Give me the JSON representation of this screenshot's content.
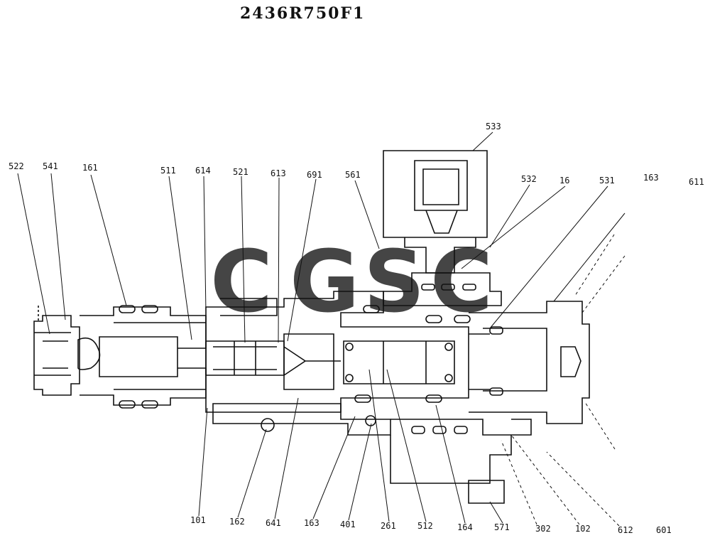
{
  "drawing": {
    "title": "2436R750F1"
  },
  "watermark": {
    "letters": [
      {
        "char": "C",
        "color": "#4c8bf5"
      },
      {
        "char": "G",
        "color": "#ea5a4f"
      },
      {
        "char": "S",
        "color": "#f6c343"
      },
      {
        "char": "C",
        "color": "#2e9e5e"
      }
    ]
  },
  "labels": {
    "top": [
      "522",
      "541",
      "161",
      "511",
      "614",
      "521",
      "613",
      "691",
      "561",
      "533",
      "532",
      "16",
      "531",
      "163",
      "611"
    ],
    "bottom": [
      "101",
      "162",
      "641",
      "163",
      "401",
      "261",
      "512",
      "164",
      "571",
      "302",
      "102",
      "612",
      "601"
    ]
  }
}
